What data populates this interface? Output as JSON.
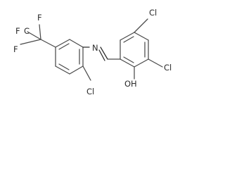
{
  "molecule": {
    "atoms": {
      "f_top": "F",
      "f_left": "F",
      "f_bottom": "F",
      "cf3_carbon": "C",
      "imine_nitrogen": "N",
      "chloro_aryl_cl": "Cl",
      "chloro_top_right": "Cl",
      "chloro_right": "Cl",
      "hydroxyl": "OH"
    }
  },
  "colors": {
    "bond": "#4a4a4a",
    "label": "#2a2a2a",
    "background": "#ffffff"
  }
}
